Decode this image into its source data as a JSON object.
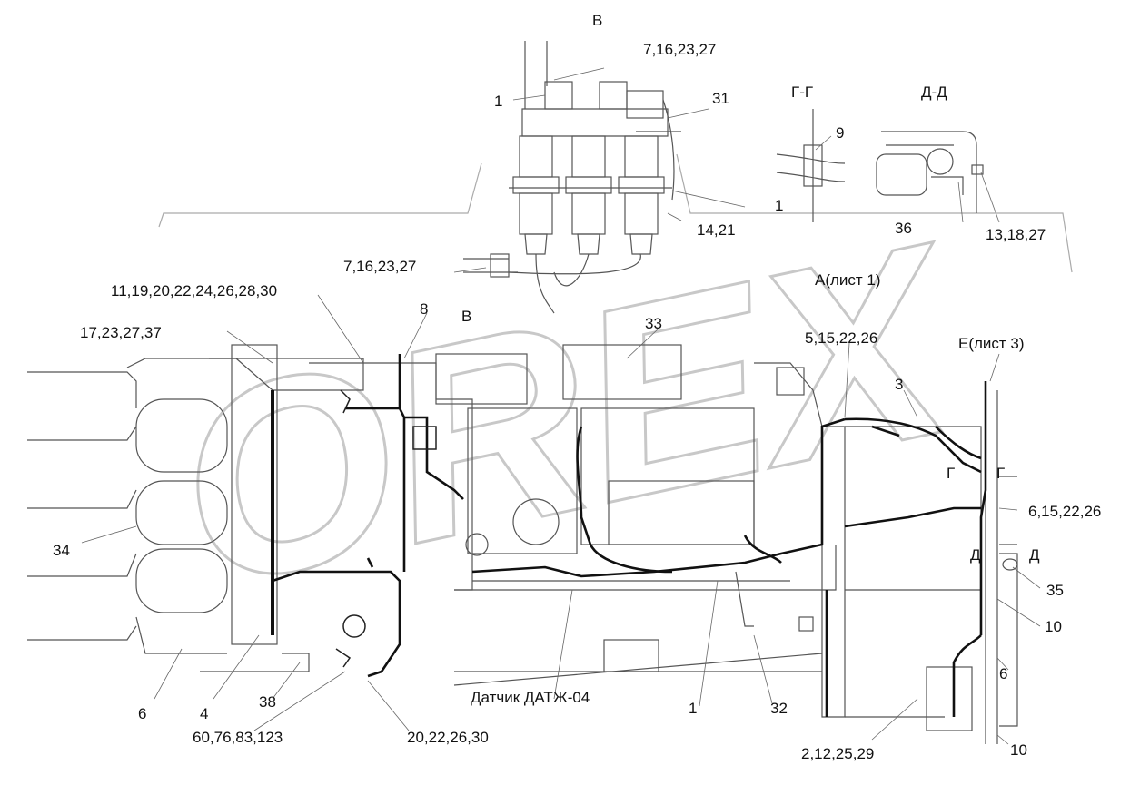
{
  "watermark": {
    "text": "OREX"
  },
  "views": {
    "B_top": "В",
    "B_mid": "В",
    "G_G": "Г-Г",
    "D_D": "Д-Д",
    "A_sheet1": "А(лист 1)",
    "E_sheet3": "Е(лист 3)",
    "G_left": "Г",
    "G_right": "Г",
    "D_left": "Д",
    "D_right": "Д"
  },
  "callouts": {
    "c_7_16_23_27_top": "7,16,23,27",
    "c_1_top": "1",
    "c_31": "31",
    "c_9": "9",
    "c_1_gg": "1",
    "c_36": "36",
    "c_13_18_27": "13,18,27",
    "c_14_21": "14,21",
    "c_7_16_23_27_mid": "7,16,23,27",
    "c_11_19": "11,19,20,22,24,26,28,30",
    "c_17_23_27_37": "17,23,27,37",
    "c_8": "8",
    "c_33": "33",
    "c_5_15_22_26": "5,15,22,26",
    "c_3": "3",
    "c_6_15_22_26": "6,15,22,26",
    "c_34": "34",
    "c_35": "35",
    "c_10_mid": "10",
    "c_6_right": "6",
    "c_10_bottom": "10",
    "c_6_left": "6",
    "c_4": "4",
    "c_38": "38",
    "c_60_76": "60,76,83,123",
    "c_20_22_26_30": "20,22,26,30",
    "c_sensor": "Датчик ДАТЖ-04",
    "c_1_bottom": "1",
    "c_32": "32",
    "c_2_12_25_29": "2,12,25,29"
  }
}
